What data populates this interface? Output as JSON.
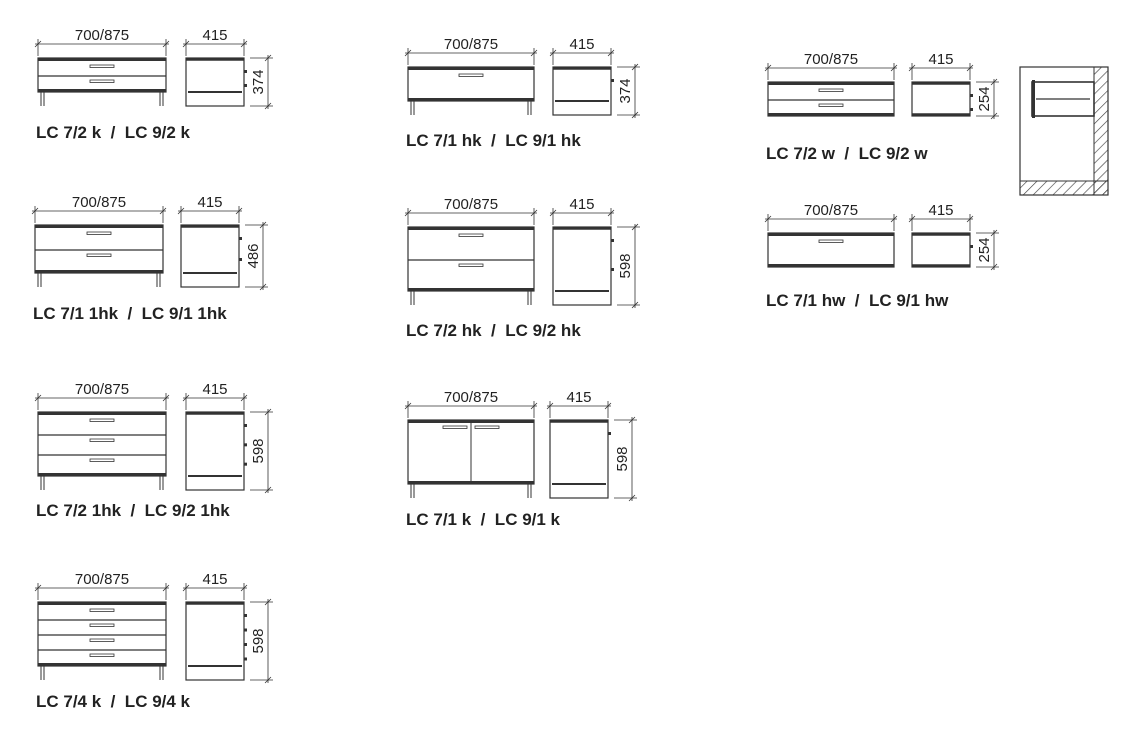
{
  "colors": {
    "ink": "#222222",
    "line": "#333333",
    "hatch": "#444444"
  },
  "modules": [
    {
      "label": "LC 7/2 k  /  LC 9/2 k",
      "width_dim": "700/875",
      "depth_dim": "415",
      "height_dim": "374",
      "front": "drawers",
      "fronts_count": 2,
      "legs": true,
      "wall_hung": false
    },
    {
      "label": "LC 7/1 1hk  /  LC 9/1 1hk",
      "width_dim": "700/875",
      "depth_dim": "415",
      "height_dim": "486",
      "front": "drawers",
      "fronts_count": 2,
      "legs": true,
      "wall_hung": false
    },
    {
      "label": "LC 7/2 1hk  /  LC 9/2 1hk",
      "width_dim": "700/875",
      "depth_dim": "415",
      "height_dim": "598",
      "front": "drawers",
      "fronts_count": 3,
      "legs": true,
      "wall_hung": false
    },
    {
      "label": "LC 7/4 k  /  LC 9/4 k",
      "width_dim": "700/875",
      "depth_dim": "415",
      "height_dim": "598",
      "front": "drawers",
      "fronts_count": 4,
      "legs": true,
      "wall_hung": false
    },
    {
      "label": "LC 7/1 hk  /  LC 9/1 hk",
      "width_dim": "700/875",
      "depth_dim": "415",
      "height_dim": "374",
      "front": "drawers",
      "fronts_count": 1,
      "legs": true,
      "wall_hung": false
    },
    {
      "label": "LC 7/2 hk  /  LC 9/2 hk",
      "width_dim": "700/875",
      "depth_dim": "415",
      "height_dim": "598",
      "front": "drawers",
      "fronts_count": 2,
      "legs": true,
      "wall_hung": false
    },
    {
      "label": "LC 7/1 k  /  LC 9/1 k",
      "width_dim": "700/875",
      "depth_dim": "415",
      "height_dim": "598",
      "front": "doors",
      "fronts_count": 2,
      "legs": true,
      "wall_hung": false
    },
    {
      "label": "LC 7/2 w  /  LC 9/2 w",
      "width_dim": "700/875",
      "depth_dim": "415",
      "height_dim": "254",
      "front": "drawers",
      "fronts_count": 2,
      "legs": false,
      "wall_hung": true
    },
    {
      "label": "LC 7/1 hw  /  LC 9/1 hw",
      "width_dim": "700/875",
      "depth_dim": "415",
      "height_dim": "254",
      "front": "drawers",
      "fronts_count": 1,
      "legs": false,
      "wall_hung": true
    }
  ],
  "wall_section": {
    "icon": "wall-mount-section-icon"
  }
}
